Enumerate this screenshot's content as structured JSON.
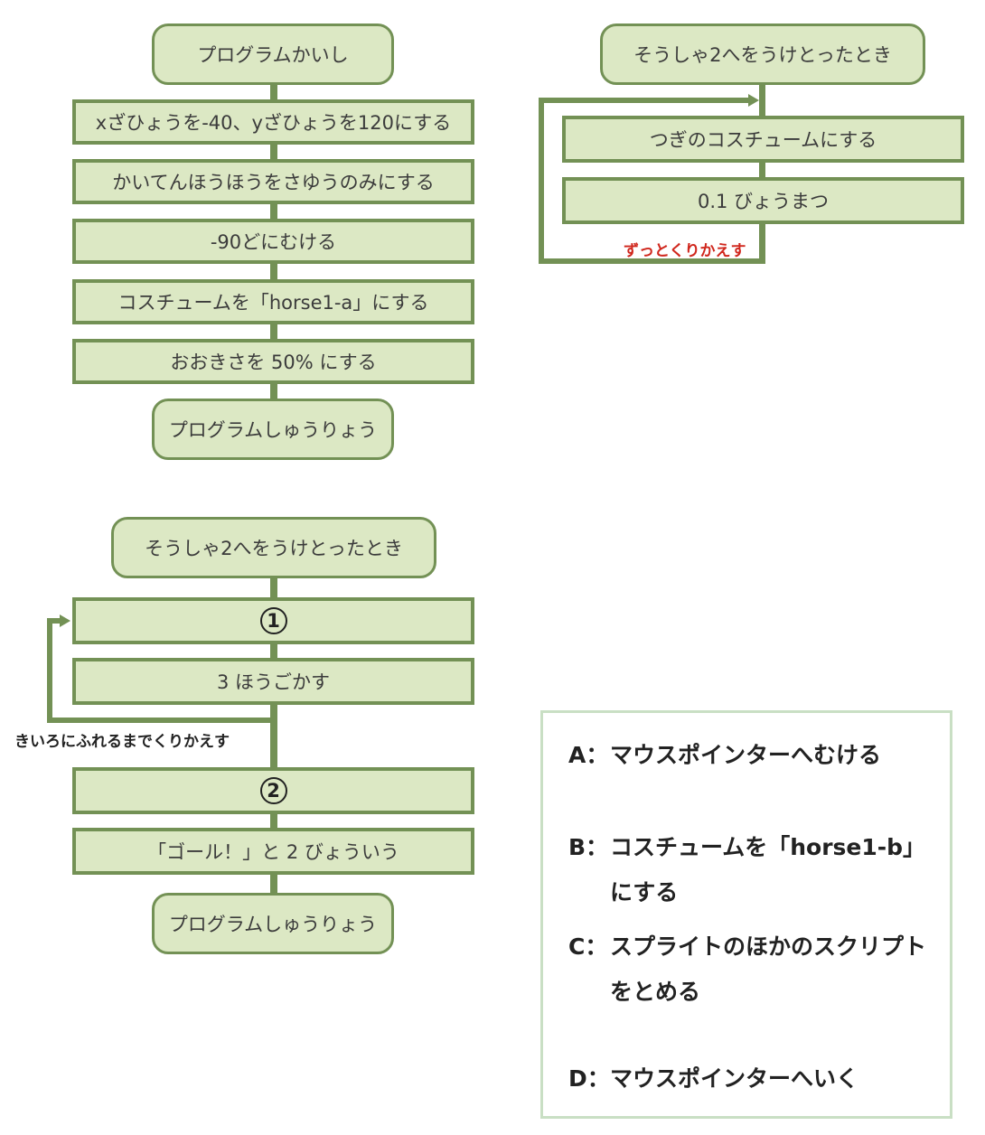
{
  "diagram1": {
    "start": "プログラムかいし",
    "steps": [
      "xざひょうを-40、yざひょうを120にする",
      "かいてんほうほうをさゆうのみにする",
      "-90どにむける",
      "コスチュームを「horse1-a」にする",
      "おおきさを 50% にする"
    ],
    "end": "プログラムしゅうりょう"
  },
  "diagram2": {
    "start": "そうしゃ2へをうけとったとき",
    "steps": [
      "つぎのコスチュームにする",
      "0.1 びょうまつ"
    ],
    "loop_label": "ずっとくりかえす"
  },
  "diagram3": {
    "start": "そうしゃ2へをうけとったとき",
    "blank1": "1",
    "step_move": "3 ほうごかす",
    "loop_label": "きいろにふれるまでくりかえす",
    "blank2": "2",
    "step_say": "「ゴール！」と 2 びょういう",
    "end": "プログラムしゅうりょう"
  },
  "options": [
    {
      "key": "A：",
      "text": "マウスポインターへむける"
    },
    {
      "key": "B：",
      "text": "コスチュームを「horse1-b」\nにする"
    },
    {
      "key": "C：",
      "text": "スプライトのほかのスクリプト\nをとめる"
    },
    {
      "key": "D：",
      "text": "マウスポインターへいく"
    }
  ],
  "colors": {
    "fill": "#dce8c4",
    "stroke": "#739155",
    "loop_label_red": "#d0271d",
    "legend_border": "#c9dfc4"
  }
}
